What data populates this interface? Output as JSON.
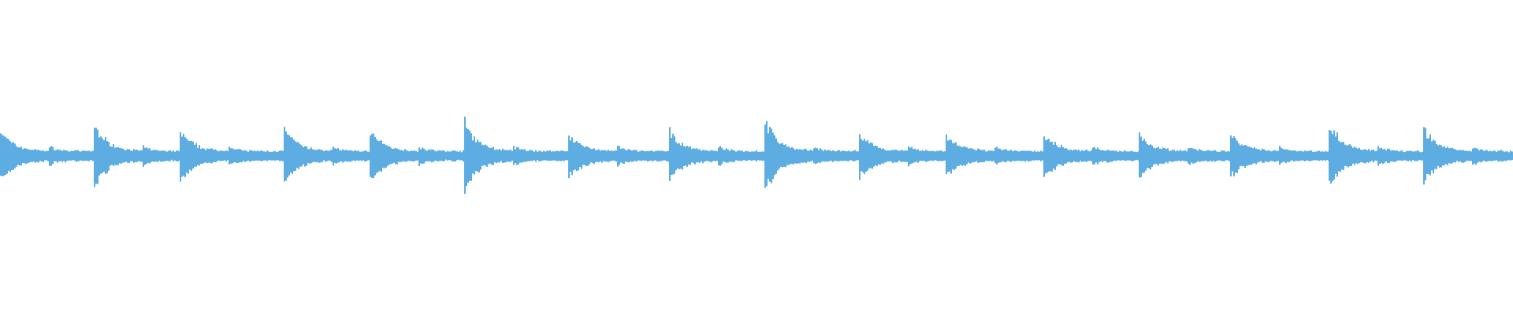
{
  "chart_data": {
    "type": "waveform",
    "color": "#5dade2",
    "background": "#ffffff",
    "amplitude_range": [
      -1,
      1
    ],
    "grid": false,
    "hits": [
      {
        "peak": 0.155
      },
      {
        "peak": 0.195
      },
      {
        "peak": 0.155
      },
      {
        "peak": 0.165
      },
      {
        "peak": 0.155
      },
      {
        "peak": 0.21
      },
      {
        "peak": 0.135
      },
      {
        "peak": 0.15
      },
      {
        "peak": 0.215
      },
      {
        "peak": 0.13
      },
      {
        "peak": 0.13
      },
      {
        "peak": 0.135
      },
      {
        "peak": 0.135
      },
      {
        "peak": 0.13
      },
      {
        "peak": 0.2
      },
      {
        "peak": 0.17
      }
    ],
    "secondary_peak": 0.06,
    "floor": 0.03
  }
}
